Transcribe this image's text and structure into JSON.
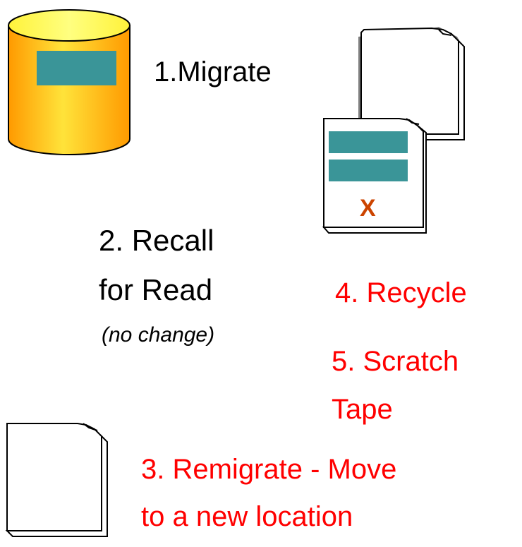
{
  "colors": {
    "black_text": "#000000",
    "red_text": "#ff0000",
    "x_mark": "#cc4400",
    "teal_bar": "#3a9598",
    "cylinder_top": "#ffff66",
    "cylinder_body_light": "#ffe33a",
    "cylinder_body_dark": "#ff9a00",
    "paper": "#ffffff",
    "outline": "#000000"
  },
  "icons": {
    "disk": "database-cylinder-icon",
    "tape_back": "tape-cartridge-icon",
    "tape_front": "tape-cartridge-icon",
    "tape_new": "tape-cartridge-icon"
  },
  "labels": {
    "step1": "1.Migrate",
    "step2_line1": "2. Recall",
    "step2_line2": "for Read",
    "step2_note": "(no change)",
    "step4": "4. Recycle",
    "step5_line1": "5. Scratch",
    "step5_line2": "Tape",
    "step3_line1": "3. Remigrate - Move",
    "step3_line2": "to a new location",
    "x_mark": "X"
  }
}
